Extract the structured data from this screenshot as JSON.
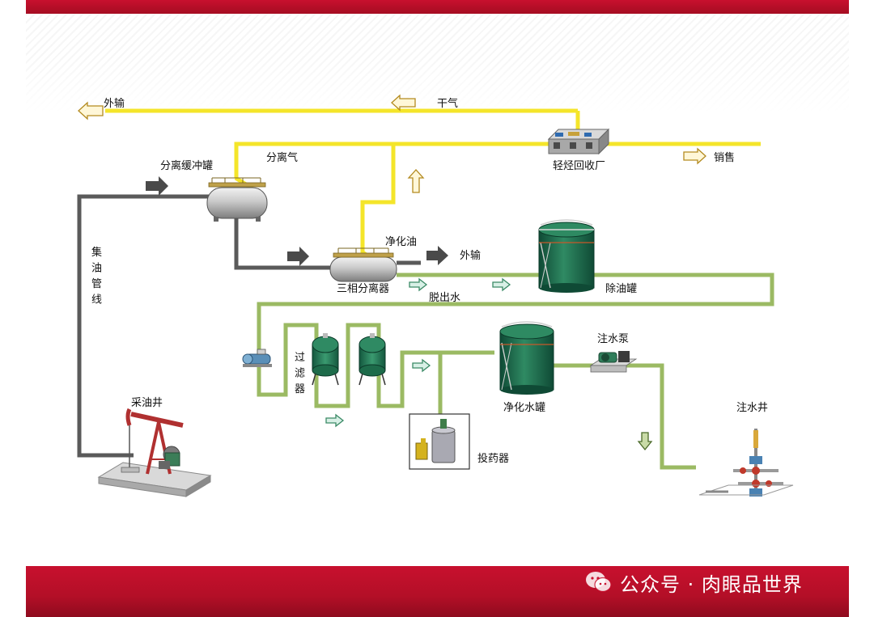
{
  "diagram": {
    "labels": {
      "export_top": "外输",
      "dry_gas": "干气",
      "separated_gas": "分离气",
      "light_hydrocarbon_plant": "轻烃回收厂",
      "sales": "销售",
      "buffer_separator": "分离缓冲罐",
      "gathering_pipeline": "集\n油\n管\n线",
      "purified_oil": "净化油",
      "export_oil": "外输",
      "three_phase_separator": "三相分离器",
      "removed_water": "脱出水",
      "oil_removal_tank": "除油罐",
      "filter": "过\n滤\n器",
      "purified_water_tank": "净化水罐",
      "injection_pump": "注水泵",
      "injection_well": "注水井",
      "dosing_unit": "投药器",
      "oil_well": "采油井"
    },
    "colors": {
      "gas_line": "#f4e52a",
      "oil_line": "#5a5a5a",
      "water_line": "#9bba63",
      "tank_green": "#1f6b4e",
      "brand_red": "#c8102e"
    }
  },
  "watermark": {
    "text": "公众号 · 肉眼品世界",
    "icon": "wechat-icon"
  }
}
